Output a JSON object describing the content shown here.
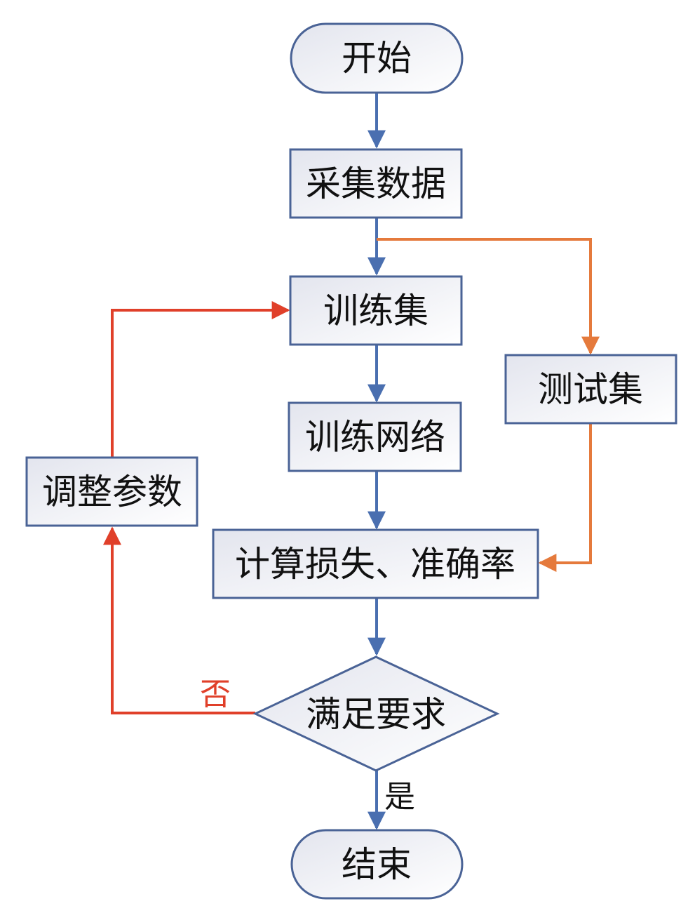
{
  "colors": {
    "main_flow": "#4a6fb0",
    "test_flow": "#e57a3c",
    "feedback_flow": "#e0402a",
    "node_border": "#4a6396",
    "node_fill_start": "#e3e5ee",
    "node_fill_end": "#ffffff",
    "text": "#111111",
    "no_label": "#e0402a",
    "yes_label": "#111111"
  },
  "nodes": {
    "start": {
      "label": "开始",
      "shape": "terminator"
    },
    "collect_data": {
      "label": "采集数据",
      "shape": "process"
    },
    "training_set": {
      "label": "训练集",
      "shape": "process"
    },
    "test_set": {
      "label": "测试集",
      "shape": "process"
    },
    "train_network": {
      "label": "训练网络",
      "shape": "process"
    },
    "compute_metrics": {
      "label": "计算损失、准确率",
      "shape": "process"
    },
    "adjust_params": {
      "label": "调整参数",
      "shape": "process"
    },
    "meets_requirement": {
      "label": "满足要求",
      "shape": "decision"
    },
    "end": {
      "label": "结束",
      "shape": "terminator"
    }
  },
  "edges": [
    {
      "from": "start",
      "to": "collect_data",
      "type": "main_flow"
    },
    {
      "from": "collect_data",
      "to": "training_set",
      "type": "main_flow"
    },
    {
      "from": "collect_data",
      "to": "test_set",
      "type": "test_flow"
    },
    {
      "from": "training_set",
      "to": "train_network",
      "type": "main_flow"
    },
    {
      "from": "train_network",
      "to": "compute_metrics",
      "type": "main_flow"
    },
    {
      "from": "test_set",
      "to": "compute_metrics",
      "type": "test_flow"
    },
    {
      "from": "compute_metrics",
      "to": "meets_requirement",
      "type": "main_flow"
    },
    {
      "from": "meets_requirement",
      "to": "end",
      "type": "main_flow",
      "label": "是"
    },
    {
      "from": "meets_requirement",
      "to": "adjust_params",
      "type": "feedback_flow",
      "label": "否"
    },
    {
      "from": "adjust_params",
      "to": "training_set",
      "type": "feedback_flow"
    }
  ],
  "edge_labels": {
    "yes": "是",
    "no": "否"
  }
}
